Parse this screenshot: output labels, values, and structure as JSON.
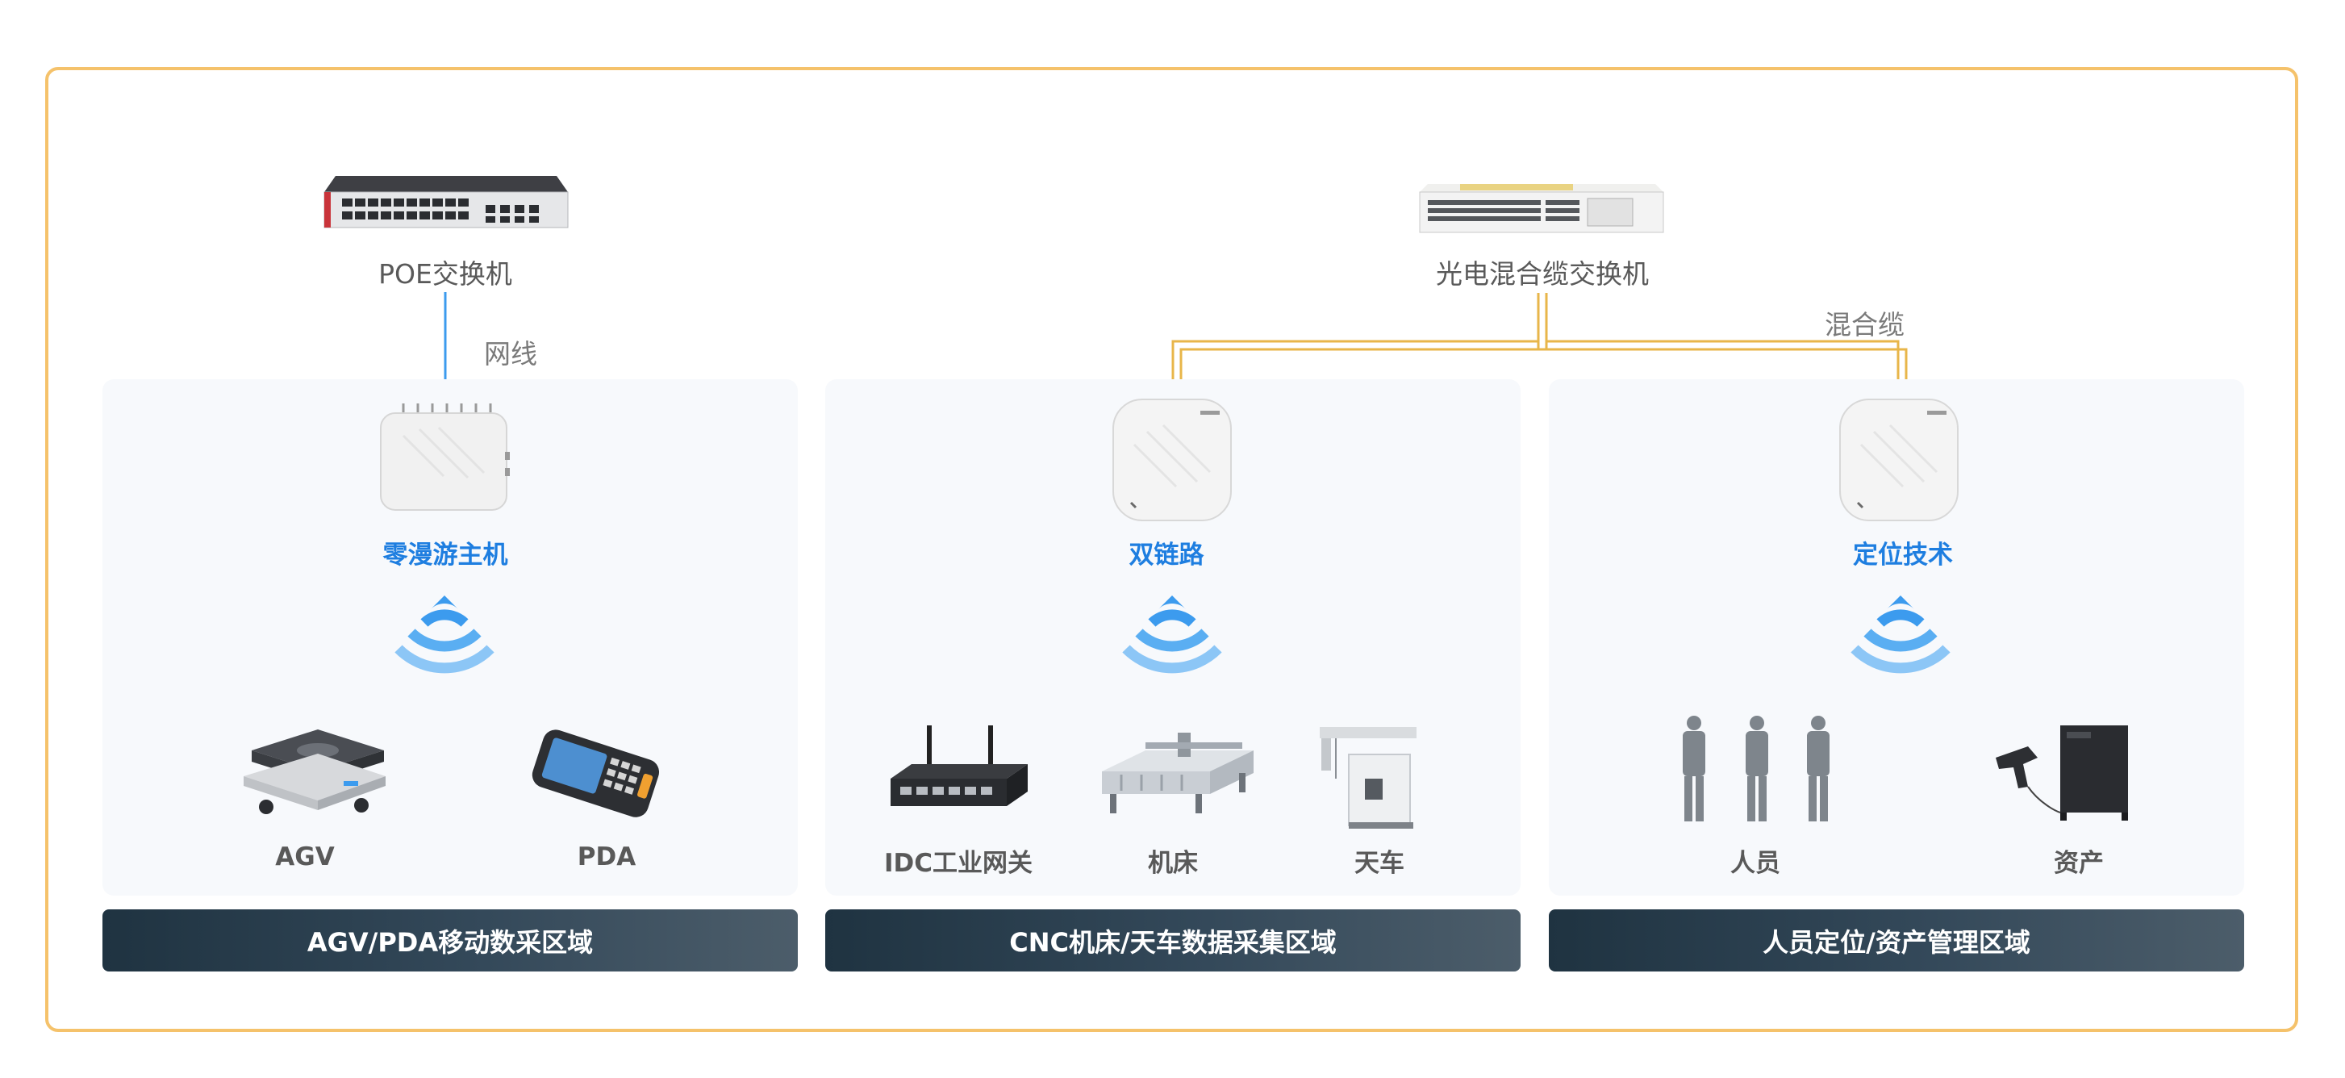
{
  "top": {
    "poe_switch_label": "POE交换机",
    "net_cable_label": "网线",
    "hybrid_switch_label": "光电混合缆交换机",
    "hybrid_cable_label": "混合缆"
  },
  "zones": [
    {
      "title": "零漫游主机",
      "footer": "AGV/PDA移动数采区域",
      "devices": [
        "AGV",
        "PDA"
      ]
    },
    {
      "title": "双链路",
      "footer": "CNC机床/天车数据采集区域",
      "devices": [
        "IDC工业网关",
        "机床",
        "天车"
      ]
    },
    {
      "title": "定位技术",
      "footer": "人员定位/资产管理区域",
      "devices": [
        "人员",
        "资产"
      ]
    }
  ],
  "colors": {
    "frame": "#f5c26b",
    "accent_blue": "#1e7ee0",
    "wifi_blue": "#3c9bee",
    "hybrid_cable": "#e8b64a",
    "footer_dark": "#1f3341"
  },
  "icons": {
    "poe_switch": "network-switch-icon",
    "hybrid_switch": "fiber-switch-icon",
    "zero_roam_host": "wireless-host-icon",
    "access_point": "ceiling-access-point-icon",
    "wifi": "wifi-signal-icon"
  }
}
